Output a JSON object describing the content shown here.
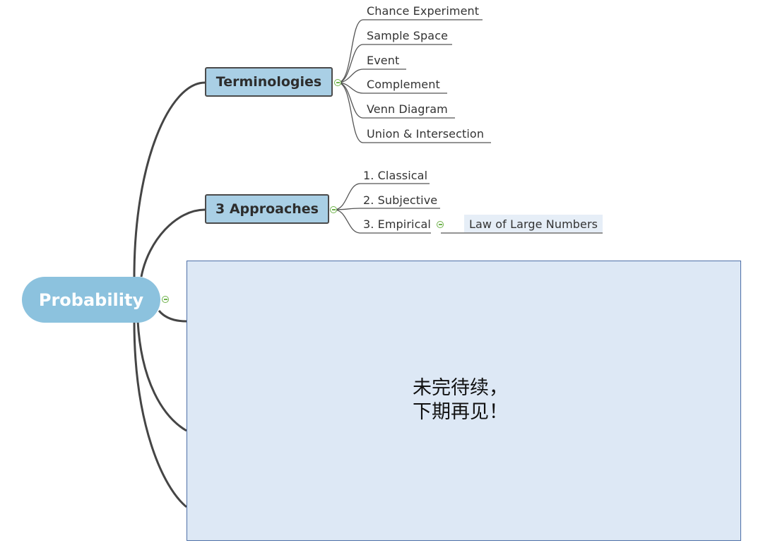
{
  "root": {
    "label": "Probability"
  },
  "branches": [
    {
      "label": "Terminologies",
      "children": [
        "Chance Experiment",
        "Sample Space",
        "Event",
        "Complement",
        "Venn Diagram",
        "Union & Intersection"
      ]
    },
    {
      "label": "3 Approaches",
      "children": [
        "1. Classical",
        "2. Subjective",
        "3. Empirical"
      ],
      "sub": {
        "label": "Law of Large Numbers"
      }
    }
  ],
  "note": {
    "line1": "未完待续，",
    "line2": "下期再见！"
  },
  "colors": {
    "root": "#8cc2de",
    "topic": "#a9cfe5",
    "note_fill": "#dde8f5",
    "note_border": "#4d6fa7",
    "collapse": "#6fb24b"
  }
}
